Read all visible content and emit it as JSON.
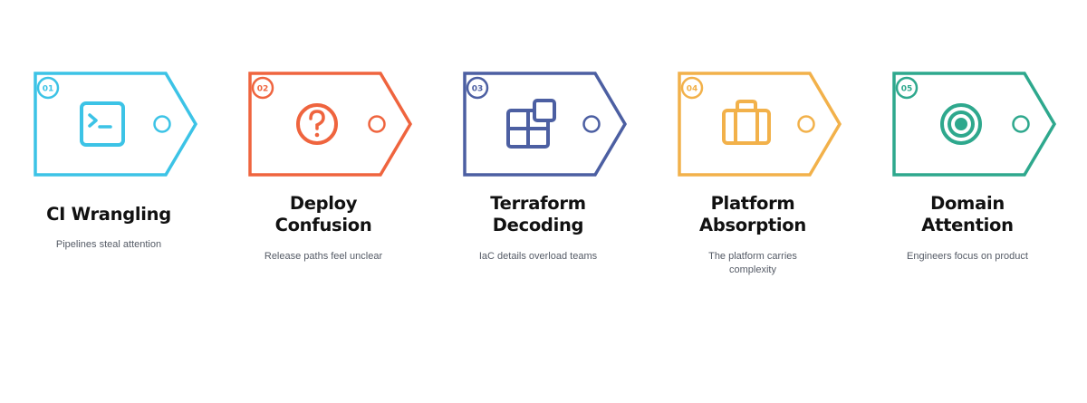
{
  "steps": [
    {
      "number": "01",
      "title_lines": [
        "CI Wrangling"
      ],
      "description": "Pipelines steal attention",
      "color": "#3cc3e6",
      "icon": "terminal-icon"
    },
    {
      "number": "02",
      "title_lines": [
        "Deploy",
        "Confusion"
      ],
      "description": "Release paths feel unclear",
      "color": "#ef643e",
      "icon": "question-icon"
    },
    {
      "number": "03",
      "title_lines": [
        "Terraform",
        "Decoding"
      ],
      "description": "IaC details overload teams",
      "color": "#4c5fa2",
      "icon": "blocks-icon"
    },
    {
      "number": "04",
      "title_lines": [
        "Platform",
        "Absorption"
      ],
      "description": "The platform carries complexity",
      "color": "#f2b14a",
      "icon": "briefcase-icon"
    },
    {
      "number": "05",
      "title_lines": [
        "Domain",
        "Attention"
      ],
      "description": "Engineers focus on product",
      "color": "#2ea88d",
      "icon": "target-icon"
    }
  ]
}
